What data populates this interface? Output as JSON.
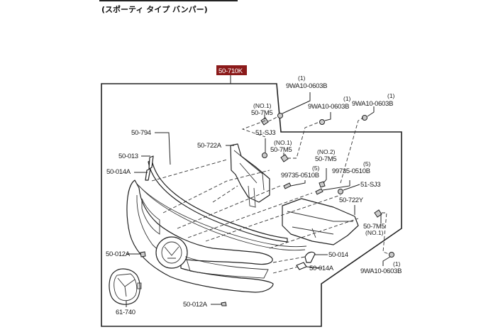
{
  "header": {
    "subtitle": "(スポーティ タイプ バンパー)"
  },
  "assembly": {
    "part_number": "50-710K",
    "highlight_color": "#8b1a1a"
  },
  "parts": [
    {
      "id": "p-9wa10-a",
      "number": "9WA10-0603B",
      "qty": "(1)"
    },
    {
      "id": "p-50-7m5-a",
      "number": "50-7M5",
      "note": "(NO.1)"
    },
    {
      "id": "p-9wa10-b",
      "number": "9WA10-0603B",
      "qty": "(1)"
    },
    {
      "id": "p-9wa10-c",
      "number": "9WA10-0603B",
      "qty": "(1)"
    },
    {
      "id": "p-51-sj3-a",
      "number": "51-SJ3"
    },
    {
      "id": "p-50-794",
      "number": "50-794"
    },
    {
      "id": "p-50-722a",
      "number": "50-722A"
    },
    {
      "id": "p-50-7m5-b",
      "number": "50-7M5",
      "note": "(NO.1)"
    },
    {
      "id": "p-50-013",
      "number": "50-013"
    },
    {
      "id": "p-50-7m5-c",
      "number": "50-7M5",
      "note": "(NO.2)"
    },
    {
      "id": "p-50-014a-a",
      "number": "50-014A"
    },
    {
      "id": "p-99735-a",
      "number": "99735-0510B",
      "qty": "(5)"
    },
    {
      "id": "p-99735-b",
      "number": "99735-0510B",
      "qty": "(5)"
    },
    {
      "id": "p-51-sj3-b",
      "number": "51-SJ3"
    },
    {
      "id": "p-50-722y",
      "number": "50-722Y"
    },
    {
      "id": "p-50-7m5-d",
      "number": "50-7M5",
      "note": "(NO.1)"
    },
    {
      "id": "p-50-012a-a",
      "number": "50-012A"
    },
    {
      "id": "p-50-014",
      "number": "50-014"
    },
    {
      "id": "p-50-014a-b",
      "number": "50-014A"
    },
    {
      "id": "p-9wa10-d",
      "number": "9WA10-0603B",
      "qty": "(1)"
    },
    {
      "id": "p-61-740",
      "number": "61-740"
    },
    {
      "id": "p-50-012a-b",
      "number": "50-012A"
    }
  ]
}
